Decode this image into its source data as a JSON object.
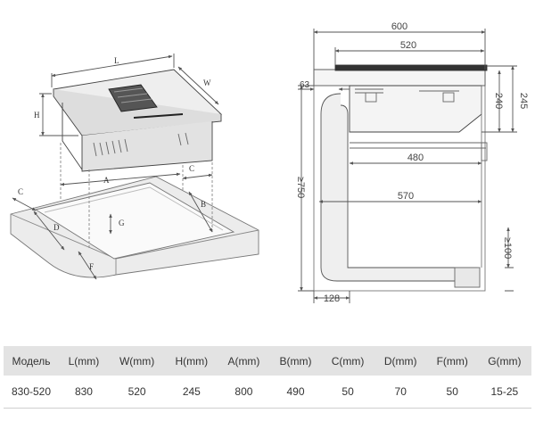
{
  "iso_labels": {
    "L": "L",
    "W": "W",
    "H": "H",
    "A": "A",
    "B": "B",
    "C_top": "C",
    "C_left": "C",
    "D": "D",
    "F": "F",
    "G": "G"
  },
  "side_dims": {
    "d600": "600",
    "d520": "520",
    "d480": "480",
    "d570": "570",
    "d63": "63",
    "d240": "240",
    "d245": "245",
    "d750": "≥750",
    "d100": "≥100",
    "d128": "128"
  },
  "table": {
    "headers": [
      "Модель",
      "L(mm)",
      "W(mm)",
      "H(mm)",
      "A(mm)",
      "B(mm)",
      "C(mm)",
      "D(mm)",
      "F(mm)",
      "G(mm)"
    ],
    "rows": [
      [
        "830-520",
        "830",
        "520",
        "245",
        "800",
        "490",
        "50",
        "70",
        "50",
        "15-25"
      ]
    ]
  }
}
